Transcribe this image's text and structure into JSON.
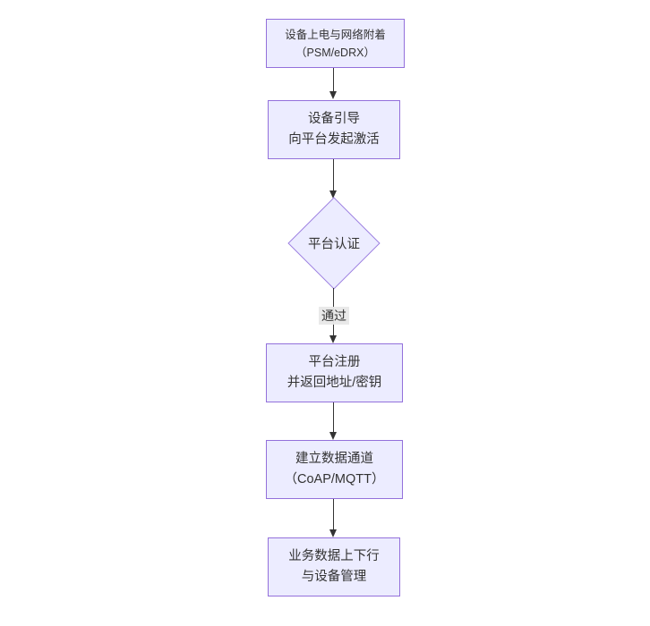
{
  "diagram": {
    "type": "flowchart-top-down",
    "colors": {
      "background": "#ffffff",
      "node_fill": "#ECECFF",
      "node_border": "#9370DB",
      "arrow": "#333333",
      "text": "#333333",
      "edge_label_bg": "#e8e8e8"
    },
    "nodes": [
      {
        "id": "power-attach",
        "type": "rect",
        "lines": [
          "设备上电与网络附着",
          "（PSM/eDRX）"
        ]
      },
      {
        "id": "bootstrap",
        "type": "rect",
        "lines": [
          "设备引导",
          "向平台发起激活"
        ]
      },
      {
        "id": "auth",
        "type": "diamond",
        "lines": [
          "平台认证"
        ]
      },
      {
        "id": "register",
        "type": "rect",
        "lines": [
          "平台注册",
          "并返回地址/密钥"
        ]
      },
      {
        "id": "channel",
        "type": "rect",
        "lines": [
          "建立数据通道",
          "（CoAP/MQTT）"
        ]
      },
      {
        "id": "business",
        "type": "rect",
        "lines": [
          "业务数据上下行",
          "与设备管理"
        ]
      }
    ],
    "edges": [
      {
        "from": "power-attach",
        "to": "bootstrap",
        "label": ""
      },
      {
        "from": "bootstrap",
        "to": "auth",
        "label": ""
      },
      {
        "from": "auth",
        "to": "register",
        "label": "通过"
      },
      {
        "from": "register",
        "to": "channel",
        "label": ""
      },
      {
        "from": "channel",
        "to": "business",
        "label": ""
      }
    ]
  }
}
